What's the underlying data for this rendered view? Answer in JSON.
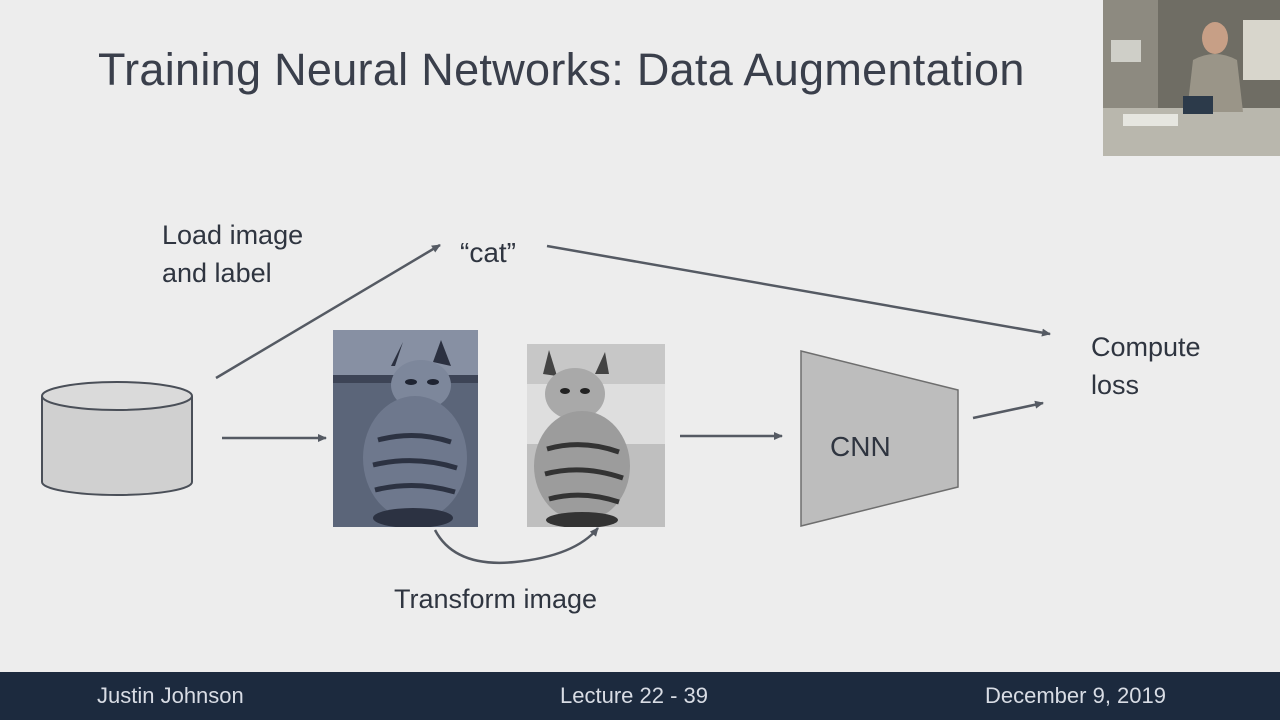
{
  "slide": {
    "title": "Training Neural Networks: Data Augmentation"
  },
  "diagram": {
    "load_label_line1": "Load image",
    "load_label_line2": "and label",
    "cat_label": "“cat”",
    "compute_label_line1": "Compute",
    "compute_label_line2": "loss",
    "transform_label": "Transform image",
    "cnn_label": "CNN"
  },
  "footer": {
    "author": "Justin Johnson",
    "lecture": "Lecture 22 - 39",
    "date": "December 9, 2019"
  }
}
